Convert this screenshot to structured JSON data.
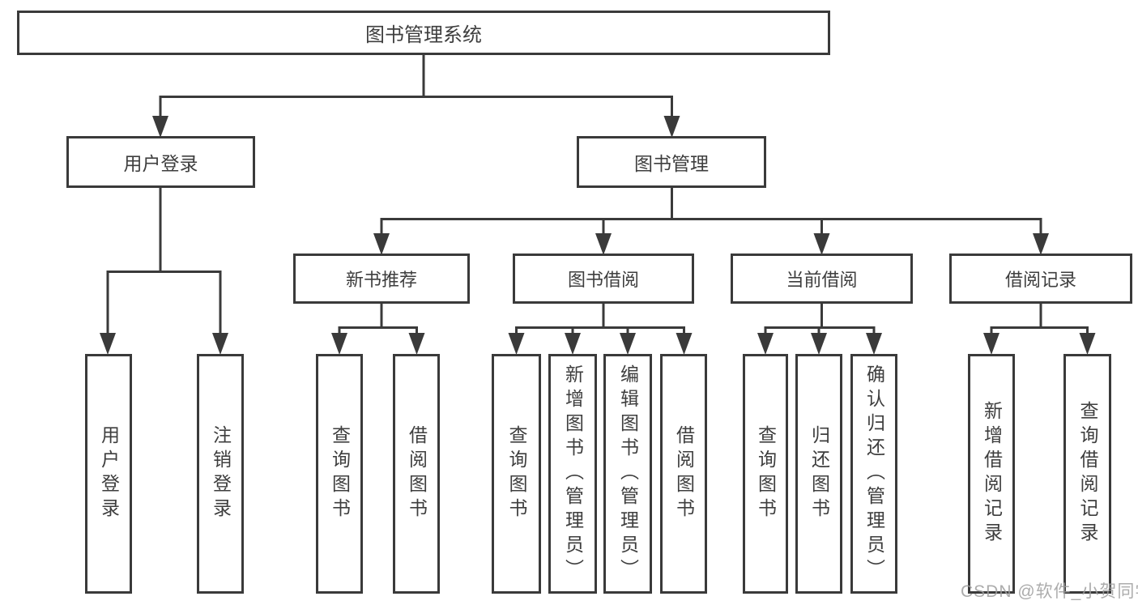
{
  "diagram": {
    "root": {
      "label": "图书管理系统"
    },
    "branches": [
      {
        "label": "用户登录",
        "children": [
          {
            "label": "用户登录"
          },
          {
            "label": "注销登录"
          }
        ]
      },
      {
        "label": "图书管理",
        "children": [
          {
            "label": "新书推荐",
            "children": [
              {
                "label": "查询图书"
              },
              {
                "label": "借阅图书"
              }
            ]
          },
          {
            "label": "图书借阅",
            "children": [
              {
                "label": "查询图书"
              },
              {
                "label": "新增图书（管理员）"
              },
              {
                "label": "编辑图书（管理员）"
              },
              {
                "label": "借阅图书"
              }
            ]
          },
          {
            "label": "当前借阅",
            "children": [
              {
                "label": "查询图书"
              },
              {
                "label": "归还图书"
              },
              {
                "label": "确认归还（管理员）"
              }
            ]
          },
          {
            "label": "借阅记录",
            "children": [
              {
                "label": "新增借阅记录"
              },
              {
                "label": "查询借阅记录"
              }
            ]
          }
        ]
      }
    ]
  },
  "watermark": {
    "text": "CSDN @软件_小贺同学"
  },
  "colors": {
    "line": "#3a3a3a",
    "text": "#3e3e3e",
    "background": "#ffffff",
    "watermark": "#9e9e9e"
  }
}
